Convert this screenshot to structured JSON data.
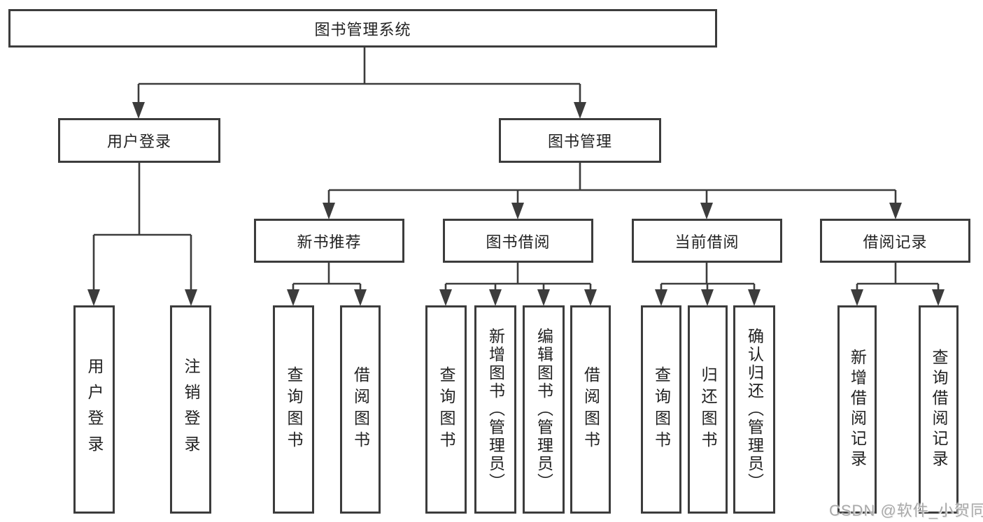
{
  "tree": {
    "root": {
      "label": "图书管理系统"
    },
    "level2": [
      {
        "label": "用户登录",
        "leaves": [
          {
            "label": "用户登录"
          },
          {
            "label": "注销登录"
          }
        ]
      },
      {
        "label": "图书管理",
        "groups": [
          {
            "label": "新书推荐",
            "leaves": [
              {
                "label": "查询图书"
              },
              {
                "label": "借阅图书"
              }
            ]
          },
          {
            "label": "图书借阅",
            "leaves": [
              {
                "label": "查询图书"
              },
              {
                "label": "新增图书（管理员）"
              },
              {
                "label": "编辑图书（管理员）"
              },
              {
                "label": "借阅图书"
              }
            ]
          },
          {
            "label": "当前借阅",
            "leaves": [
              {
                "label": "查询图书"
              },
              {
                "label": "归还图书"
              },
              {
                "label": "确认归还（管理员）"
              }
            ]
          },
          {
            "label": "借阅记录",
            "leaves": [
              {
                "label": "新增借阅记录"
              },
              {
                "label": "查询借阅记录"
              }
            ]
          }
        ]
      }
    ]
  },
  "watermark": {
    "text": "CSDN @软件_小贺同学"
  },
  "colors": {
    "line": "#3c3c3c",
    "box_border": "#3c3c3c",
    "text": "#222222",
    "watermark": "#a9a9a9",
    "background": "#ffffff"
  }
}
